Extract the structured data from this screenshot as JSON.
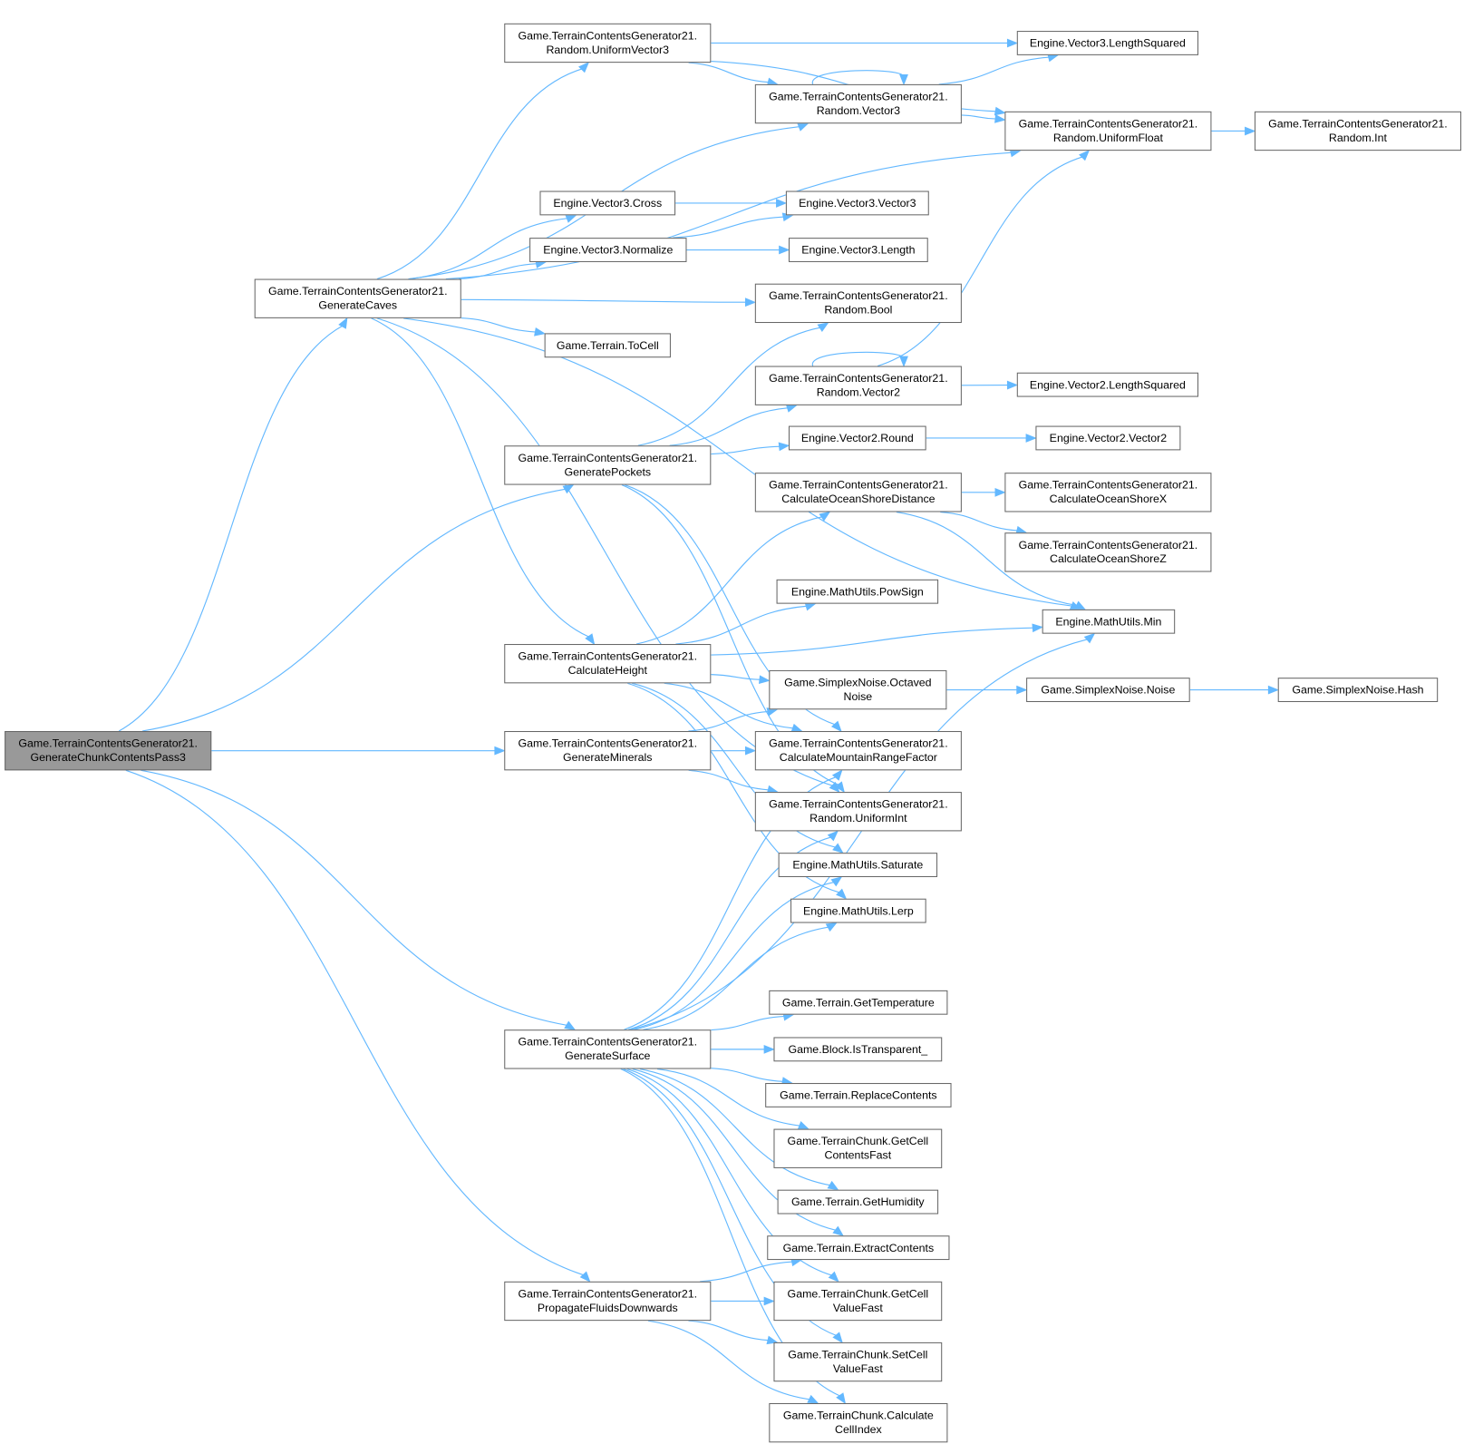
{
  "graph": {
    "type": "call-graph",
    "edge_color": "#63b8ff",
    "root_fill": "#999999",
    "nodes": [
      {
        "id": "root",
        "l1": "Game.TerrainContentsGenerator21.",
        "l2": "GenerateChunkContentsPass3"
      },
      {
        "id": "caves",
        "l1": "Game.TerrainContentsGenerator21.",
        "l2": "GenerateCaves"
      },
      {
        "id": "uv3",
        "l1": "Game.TerrainContentsGenerator21.",
        "l2": "Random.UniformVector3"
      },
      {
        "id": "v3ls",
        "l1": "Engine.Vector3.LengthSquared",
        "l2": ""
      },
      {
        "id": "rv3",
        "l1": "Game.TerrainContentsGenerator21.",
        "l2": "Random.Vector3"
      },
      {
        "id": "uf",
        "l1": "Game.TerrainContentsGenerator21.",
        "l2": "Random.UniformFloat"
      },
      {
        "id": "rint",
        "l1": "Game.TerrainContentsGenerator21.",
        "l2": "Random.Int"
      },
      {
        "id": "cross",
        "l1": "Engine.Vector3.Cross",
        "l2": ""
      },
      {
        "id": "v3v3",
        "l1": "Engine.Vector3.Vector3",
        "l2": ""
      },
      {
        "id": "norm",
        "l1": "Engine.Vector3.Normalize",
        "l2": ""
      },
      {
        "id": "v3len",
        "l1": "Engine.Vector3.Length",
        "l2": ""
      },
      {
        "id": "rbool",
        "l1": "Game.TerrainContentsGenerator21.",
        "l2": "Random.Bool"
      },
      {
        "id": "tocell",
        "l1": "Game.Terrain.ToCell",
        "l2": ""
      },
      {
        "id": "rv2",
        "l1": "Game.TerrainContentsGenerator21.",
        "l2": "Random.Vector2"
      },
      {
        "id": "v2ls",
        "l1": "Engine.Vector2.LengthSquared",
        "l2": ""
      },
      {
        "id": "pockets",
        "l1": "Game.TerrainContentsGenerator21.",
        "l2": "GeneratePockets"
      },
      {
        "id": "v2round",
        "l1": "Engine.Vector2.Round",
        "l2": ""
      },
      {
        "id": "v2v2",
        "l1": "Engine.Vector2.Vector2",
        "l2": ""
      },
      {
        "id": "osd",
        "l1": "Game.TerrainContentsGenerator21.",
        "l2": "CalculateOceanShoreDistance"
      },
      {
        "id": "osx",
        "l1": "Game.TerrainContentsGenerator21.",
        "l2": "CalculateOceanShoreX"
      },
      {
        "id": "osz",
        "l1": "Game.TerrainContentsGenerator21.",
        "l2": "CalculateOceanShoreZ"
      },
      {
        "id": "powsign",
        "l1": "Engine.MathUtils.PowSign",
        "l2": ""
      },
      {
        "id": "min",
        "l1": "Engine.MathUtils.Min",
        "l2": ""
      },
      {
        "id": "height",
        "l1": "Game.TerrainContentsGenerator21.",
        "l2": "CalculateHeight"
      },
      {
        "id": "octnoise",
        "l1": "Game.SimplexNoise.Octaved",
        "l2": "Noise"
      },
      {
        "id": "noise",
        "l1": "Game.SimplexNoise.Noise",
        "l2": ""
      },
      {
        "id": "hash",
        "l1": "Game.SimplexNoise.Hash",
        "l2": ""
      },
      {
        "id": "minerals",
        "l1": "Game.TerrainContentsGenerator21.",
        "l2": "GenerateMinerals"
      },
      {
        "id": "mrf",
        "l1": "Game.TerrainContentsGenerator21.",
        "l2": "CalculateMountainRangeFactor"
      },
      {
        "id": "uint",
        "l1": "Game.TerrainContentsGenerator21.",
        "l2": "Random.UniformInt"
      },
      {
        "id": "saturate",
        "l1": "Engine.MathUtils.Saturate",
        "l2": ""
      },
      {
        "id": "lerp",
        "l1": "Engine.MathUtils.Lerp",
        "l2": ""
      },
      {
        "id": "gettemp",
        "l1": "Game.Terrain.GetTemperature",
        "l2": ""
      },
      {
        "id": "istransp",
        "l1": "Game.Block.IsTransparent_",
        "l2": ""
      },
      {
        "id": "replace",
        "l1": "Game.Terrain.ReplaceContents",
        "l2": ""
      },
      {
        "id": "gccf",
        "l1": "Game.TerrainChunk.GetCell",
        "l2": "ContentsFast"
      },
      {
        "id": "gethum",
        "l1": "Game.Terrain.GetHumidity",
        "l2": ""
      },
      {
        "id": "surface",
        "l1": "Game.TerrainContentsGenerator21.",
        "l2": "GenerateSurface"
      },
      {
        "id": "extract",
        "l1": "Game.Terrain.ExtractContents",
        "l2": ""
      },
      {
        "id": "gcvf",
        "l1": "Game.TerrainChunk.GetCell",
        "l2": "ValueFast"
      },
      {
        "id": "propagate",
        "l1": "Game.TerrainContentsGenerator21.",
        "l2": "PropagateFluidsDownwards"
      },
      {
        "id": "scvf",
        "l1": "Game.TerrainChunk.SetCell",
        "l2": "ValueFast"
      },
      {
        "id": "cci",
        "l1": "Game.TerrainChunk.Calculate",
        "l2": "CellIndex"
      }
    ],
    "edges": [
      [
        "root",
        "caves"
      ],
      [
        "root",
        "pockets"
      ],
      [
        "root",
        "minerals"
      ],
      [
        "root",
        "surface"
      ],
      [
        "root",
        "propagate"
      ],
      [
        "caves",
        "uv3"
      ],
      [
        "caves",
        "rv3"
      ],
      [
        "caves",
        "uf"
      ],
      [
        "caves",
        "cross"
      ],
      [
        "caves",
        "norm"
      ],
      [
        "caves",
        "rbool"
      ],
      [
        "caves",
        "tocell"
      ],
      [
        "caves",
        "height"
      ],
      [
        "caves",
        "min"
      ],
      [
        "caves",
        "uint"
      ],
      [
        "uv3",
        "v3ls"
      ],
      [
        "uv3",
        "uf"
      ],
      [
        "uv3",
        "rv3"
      ],
      [
        "rv3",
        "rv3"
      ],
      [
        "rv3",
        "v3ls"
      ],
      [
        "rv3",
        "uf"
      ],
      [
        "uf",
        "rint"
      ],
      [
        "cross",
        "v3v3"
      ],
      [
        "norm",
        "v3v3"
      ],
      [
        "norm",
        "v3len"
      ],
      [
        "rv2",
        "rv2"
      ],
      [
        "rv2",
        "uf"
      ],
      [
        "rv2",
        "v2ls"
      ],
      [
        "pockets",
        "rbool"
      ],
      [
        "pockets",
        "rv2"
      ],
      [
        "pockets",
        "v2round"
      ],
      [
        "pockets",
        "mrf"
      ],
      [
        "pockets",
        "uint"
      ],
      [
        "v2round",
        "v2v2"
      ],
      [
        "osd",
        "osx"
      ],
      [
        "osd",
        "osz"
      ],
      [
        "osd",
        "min"
      ],
      [
        "height",
        "osd"
      ],
      [
        "height",
        "powsign"
      ],
      [
        "height",
        "min"
      ],
      [
        "height",
        "octnoise"
      ],
      [
        "height",
        "mrf"
      ],
      [
        "height",
        "saturate"
      ],
      [
        "height",
        "lerp"
      ],
      [
        "octnoise",
        "noise"
      ],
      [
        "noise",
        "hash"
      ],
      [
        "minerals",
        "octnoise"
      ],
      [
        "minerals",
        "mrf"
      ],
      [
        "minerals",
        "uint"
      ],
      [
        "surface",
        "mrf"
      ],
      [
        "surface",
        "uint"
      ],
      [
        "surface",
        "saturate"
      ],
      [
        "surface",
        "lerp"
      ],
      [
        "surface",
        "min"
      ],
      [
        "surface",
        "gettemp"
      ],
      [
        "surface",
        "istransp"
      ],
      [
        "surface",
        "replace"
      ],
      [
        "surface",
        "gccf"
      ],
      [
        "surface",
        "gethum"
      ],
      [
        "surface",
        "extract"
      ],
      [
        "surface",
        "gcvf"
      ],
      [
        "surface",
        "scvf"
      ],
      [
        "surface",
        "cci"
      ],
      [
        "propagate",
        "extract"
      ],
      [
        "propagate",
        "gcvf"
      ],
      [
        "propagate",
        "scvf"
      ],
      [
        "propagate",
        "cci"
      ]
    ]
  }
}
